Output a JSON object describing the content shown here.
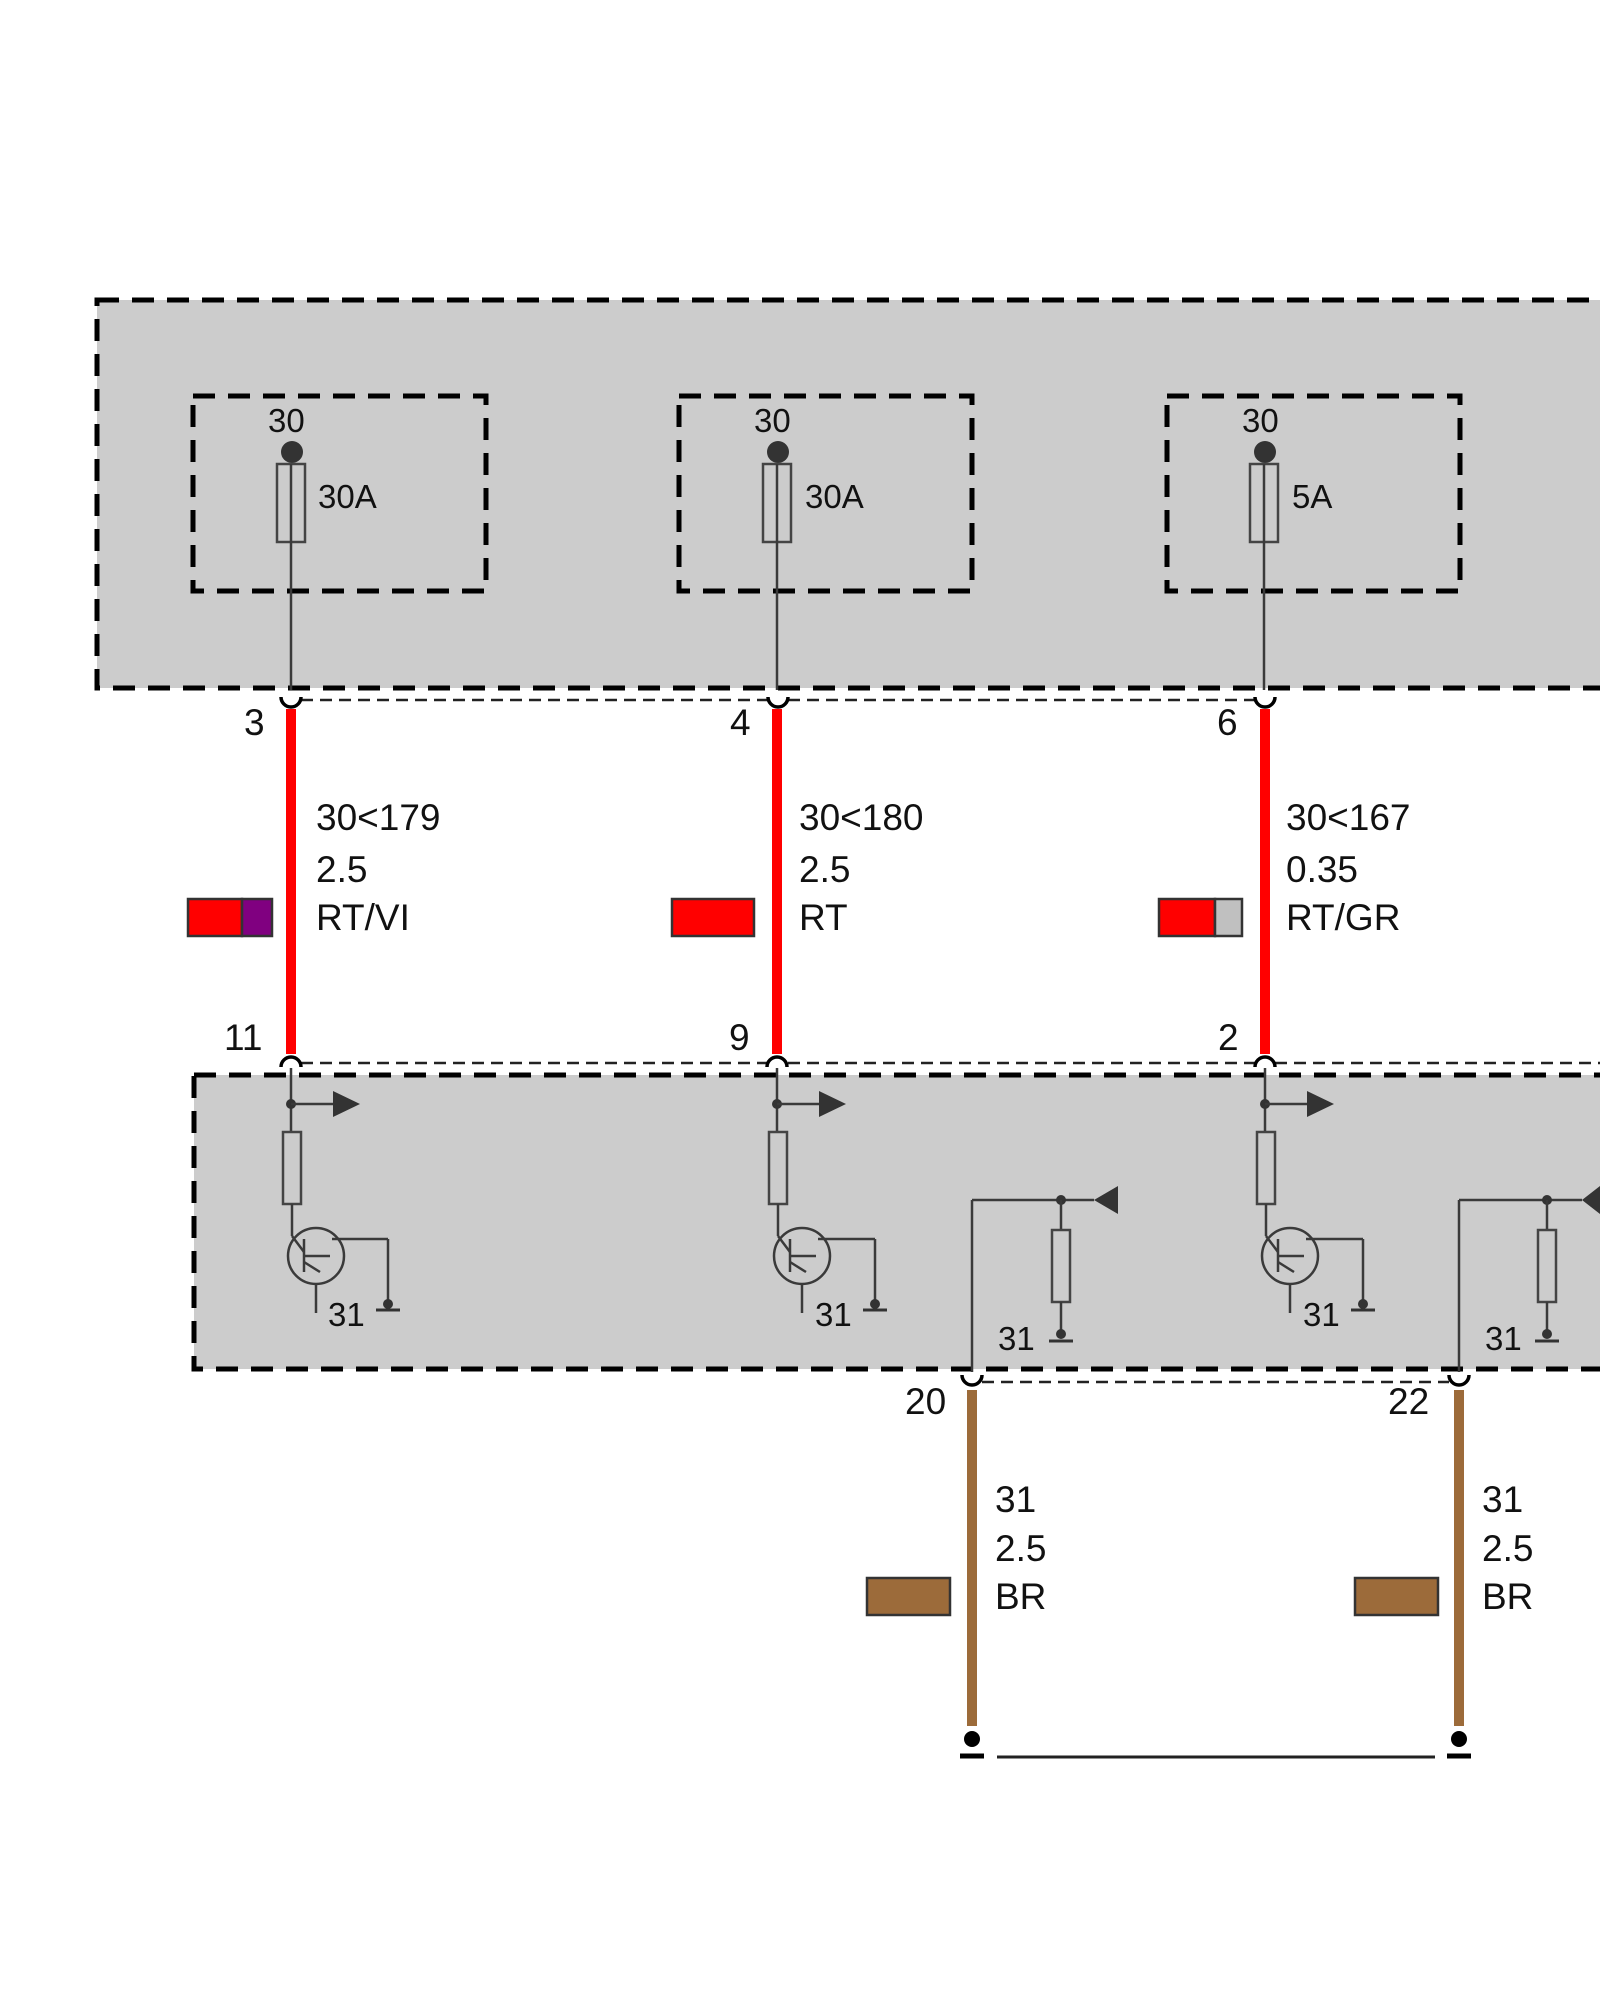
{
  "colors": {
    "panel_fill": "#cccccc",
    "wire_red": "#ff0000",
    "wire_violet": "#800080",
    "wire_grey": "#c0c0c0",
    "wire_brown": "#9c6b3a",
    "outline": "#000000"
  },
  "fuse_box": {
    "fuses": [
      {
        "terminal": "30",
        "rating": "30A"
      },
      {
        "terminal": "30",
        "rating": "30A"
      },
      {
        "terminal": "30",
        "rating": "5A"
      }
    ]
  },
  "upper_wires": [
    {
      "pin_top": "3",
      "pin_bottom": "11",
      "circuit": "30<179",
      "gauge": "2.5",
      "color_code": "RT/VI",
      "colors": [
        "#ff0000",
        "#800080"
      ]
    },
    {
      "pin_top": "4",
      "pin_bottom": "9",
      "circuit": "30<180",
      "gauge": "2.5",
      "color_code": "RT",
      "colors": [
        "#ff0000"
      ]
    },
    {
      "pin_top": "6",
      "pin_bottom": "2",
      "circuit": "30<167",
      "gauge": "0.35",
      "color_code": "RT/GR",
      "colors": [
        "#ff0000",
        "#c0c0c0"
      ]
    }
  ],
  "module": {
    "transistor_grounds": [
      "31",
      "31",
      "31"
    ],
    "resistor_grounds": [
      "31",
      "31"
    ]
  },
  "lower_wires": [
    {
      "pin": "20",
      "circuit": "31",
      "gauge": "2.5",
      "color_code": "BR",
      "colors": [
        "#9c6b3a"
      ]
    },
    {
      "pin": "22",
      "circuit": "31",
      "gauge": "2.5",
      "color_code": "BR",
      "colors": [
        "#9c6b3a"
      ]
    }
  ]
}
